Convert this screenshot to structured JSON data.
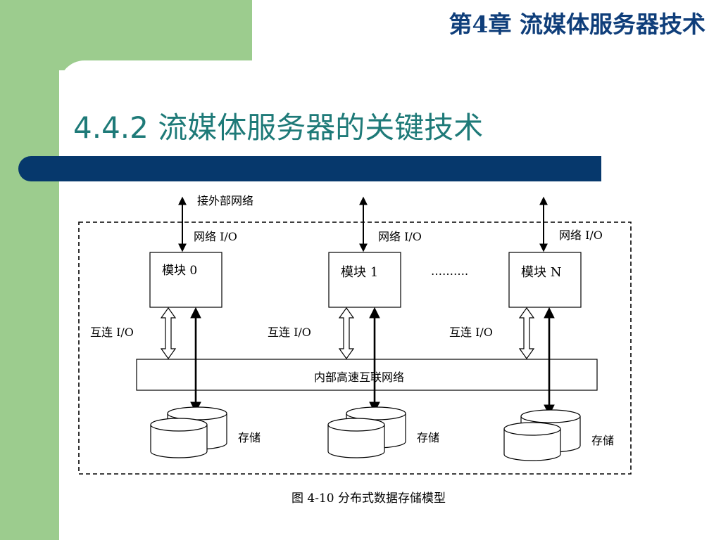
{
  "header": {
    "chapter_title": "第4章 流媒体服务器技术"
  },
  "slide": {
    "title": "4.4.2 流媒体服务器的关键技术"
  },
  "diagram": {
    "external_network_label": "接外部网络",
    "network_io_label": "网络 I/O",
    "interconnect_io_label": "互连 I/O",
    "storage_label": "存储",
    "ellipsis": "……….",
    "internal_network_label": "内部高速互联网络",
    "modules": [
      {
        "label": "模块 0"
      },
      {
        "label": "模块 1"
      },
      {
        "label": "模块 N"
      }
    ],
    "caption": "图 4-10 分布式数据存储模型"
  }
}
